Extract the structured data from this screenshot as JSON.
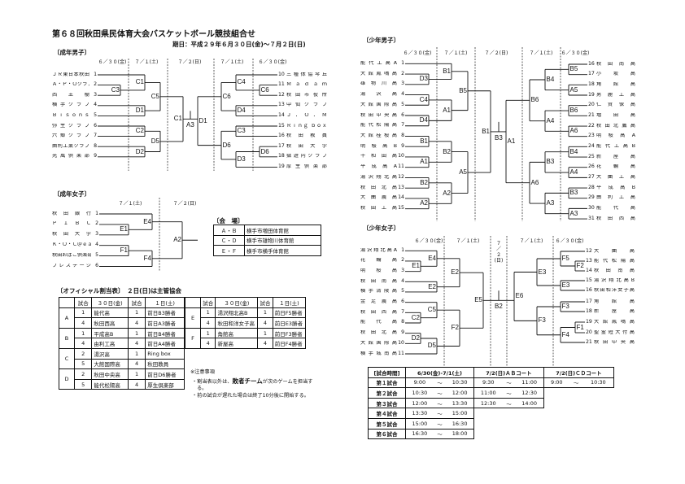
{
  "title": "第６８回秋田県民体育大会バスケットボール競技組合せ",
  "period": "期日：平成２９年６月３０日(金)～７月２日(日)",
  "seinen_danshi": {
    "heading": "〔成年男子〕",
    "dates": [
      "６／３０(金)",
      "７／１(土)",
      "７／２(日)",
      "７／１(土)",
      "６／３０(金)"
    ],
    "teams": [
      {
        "no": "1",
        "name": "ＪＲ東日本秋田"
      },
      {
        "no": "2",
        "name": "Ａ・Ｐ・Ｏクラブ"
      },
      {
        "no": "3",
        "name": "西 王 樹"
      },
      {
        "no": "4",
        "name": "横手クラブ"
      },
      {
        "no": "5",
        "name": "Ｂｉｓｏｎｓ"
      },
      {
        "no": "6",
        "name": "弥生クラブ"
      },
      {
        "no": "7",
        "name": "六郷クラブ"
      },
      {
        "no": "8",
        "name": "由利工業クラブ"
      },
      {
        "no": "9",
        "name": "光風倶楽部"
      },
      {
        "no": "10",
        "name": "三種体協琴丘"
      },
      {
        "no": "11",
        "name": "Ｍａｄａｍ"
      },
      {
        "no": "12",
        "name": "秋田市役所"
      },
      {
        "no": "13",
        "name": "中仙クラブ"
      },
      {
        "no": "14",
        "name": "Ｊ．Ｏ．Ｍ"
      },
      {
        "no": "15",
        "name": "Ｒｉｎｇ ｂｏｘ"
      },
      {
        "no": "16",
        "name": "秋田教員"
      },
      {
        "no": "17",
        "name": "秋田大学"
      },
      {
        "no": "18",
        "name": "獄遊内クラブ"
      },
      {
        "no": "19",
        "name": "厚生倶楽部"
      }
    ],
    "matches": [
      "C3",
      "C1",
      "D1",
      "C5",
      "C2",
      "D2",
      "D5",
      "C1",
      "A3",
      "C6",
      "C4",
      "D4",
      "C6",
      "C3",
      "D6",
      "D3",
      "D6",
      "D1"
    ]
  },
  "seinen_joshi": {
    "heading": "〔成年女子〕",
    "dates": [
      "７／１(土)",
      "７／２(日)"
    ],
    "teams": [
      {
        "no": "1",
        "name": "秋田銀行"
      },
      {
        "no": "2",
        "name": "ＰＩＢＣ"
      },
      {
        "no": "3",
        "name": "秋田大学"
      },
      {
        "no": "4",
        "name": "Ｋ・Ｏ・Ｃ＠ｅａｓｅ"
      },
      {
        "no": "5",
        "name": "秋田おばこ倶楽部"
      },
      {
        "no": "6",
        "name": "プレステージ"
      }
    ],
    "matches": [
      "E1",
      "E4",
      "F1",
      "F4",
      "A2"
    ]
  },
  "venue": {
    "heading": "〔会　場〕",
    "rows": [
      {
        "courts": "Ａ・Ｂ",
        "place": "横手市増田体育館"
      },
      {
        "courts": "Ｃ・Ｄ",
        "place": "横手市雄物川体育館"
      },
      {
        "courts": "Ｅ・Ｆ",
        "place": "横手市横手体育館"
      }
    ]
  },
  "officials": {
    "heading": "〔オフィシャル割当表〕　２日(日)は主管協会",
    "headers": [
      "試合",
      "３０日(金)",
      "試合",
      "１日(土)"
    ],
    "left": [
      {
        "group": "A",
        "rows": [
          [
            "1",
            "能代高",
            "1",
            "前日B3勝者"
          ],
          [
            "4",
            "秋田西高",
            "4",
            "前日A3勝者"
          ]
        ]
      },
      {
        "group": "B",
        "rows": [
          [
            "1",
            "平成高B",
            "1",
            "前日B4勝者"
          ],
          [
            "4",
            "由利工高",
            "4",
            "前日A4勝者"
          ]
        ]
      },
      {
        "group": "C",
        "rows": [
          [
            "2",
            "湯沢高",
            "1",
            "Ring box"
          ],
          [
            "5",
            "大館国際高",
            "4",
            "秋田教員"
          ]
        ]
      },
      {
        "group": "D",
        "rows": [
          [
            "2",
            "秋田中央高",
            "1",
            "前日D6勝者"
          ],
          [
            "5",
            "能代松陽高",
            "4",
            "厚生倶楽部"
          ]
        ]
      }
    ],
    "right": [
      {
        "group": "E",
        "rows": [
          [
            "1",
            "湯沢翔北高B",
            "1",
            "前日F5勝者"
          ],
          [
            "4",
            "秋田和洋女子高",
            "4",
            "前日E3勝者"
          ]
        ]
      },
      {
        "group": "F",
        "rows": [
          [
            "1",
            "角館高",
            "1",
            "前日F3勝者"
          ],
          [
            "4",
            "新屋高",
            "4",
            "前日F4勝者"
          ]
        ]
      }
    ]
  },
  "notes": {
    "heading": "※注意事項",
    "line1_pre": "・割当表以外は、",
    "line1_bold": "敗者チーム",
    "line1_post": "が次のゲームを担当す",
    "line2": "る。",
    "line3": "・前の試合が遅れた場合は終了10分後に開始する。"
  },
  "shonen_danshi": {
    "heading": "〔少年男子〕",
    "dates": [
      "６／３０(金)",
      "７／１(土)",
      "７／２(日)",
      "７／１(土)",
      "６／３０(金)"
    ],
    "teams": [
      {
        "no": "1",
        "name": "能代工高A"
      },
      {
        "no": "2",
        "name": "大館鳳鳴高"
      },
      {
        "no": "3",
        "name": "雄物川高"
      },
      {
        "no": "4",
        "name": "湯沢高"
      },
      {
        "no": "5",
        "name": "大館国際高"
      },
      {
        "no": "6",
        "name": "秋田中央高"
      },
      {
        "no": "7",
        "name": "能代松陽高"
      },
      {
        "no": "8",
        "name": "大館桂桜高"
      },
      {
        "no": "9",
        "name": "明桜高B"
      },
      {
        "no": "10",
        "name": "十和田高"
      },
      {
        "no": "11",
        "name": "平成高A"
      },
      {
        "no": "12",
        "name": "湯沢翔北高"
      },
      {
        "no": "13",
        "name": "秋田北高"
      },
      {
        "no": "14",
        "name": "大曲農高"
      },
      {
        "no": "15",
        "name": "秋田工高"
      },
      {
        "no": "16",
        "name": "秋田南高"
      },
      {
        "no": "17",
        "name": "小坂高"
      },
      {
        "no": "18",
        "name": "角館高"
      },
      {
        "no": "19",
        "name": "男鹿工高"
      },
      {
        "no": "20",
        "name": "仁賀保高"
      },
      {
        "no": "21",
        "name": "増田高"
      },
      {
        "no": "22",
        "name": "秋田北鷹高"
      },
      {
        "no": "23",
        "name": "明桜高A"
      },
      {
        "no": "24",
        "name": "能代工高B"
      },
      {
        "no": "25",
        "name": "新屋高"
      },
      {
        "no": "26",
        "name": "花輪高"
      },
      {
        "no": "27",
        "name": "大曲工高"
      },
      {
        "no": "28",
        "name": "平成高B"
      },
      {
        "no": "29",
        "name": "由利工高"
      },
      {
        "no": "30",
        "name": "能代高"
      },
      {
        "no": "31",
        "name": "秋田西高"
      }
    ],
    "matches": [
      "D3",
      "B1",
      "C4",
      "D4",
      "A1",
      "B5",
      "B1",
      "A1",
      "B2",
      "B2",
      "A2",
      "A2",
      "A5",
      "B1",
      "B3",
      "B5",
      "A5",
      "B4",
      "B6",
      "A6",
      "A4",
      "B6",
      "B4",
      "A4",
      "B3",
      "B3",
      "A3",
      "A3",
      "A6",
      "A1"
    ]
  },
  "shonen_joshi": {
    "heading": "〔少年女子〕",
    "dates": [
      "６／３０(金)",
      "７／１(土)",
      "７",
      "／",
      "２",
      "(日)",
      "７／１(土)",
      "６／３０(金)"
    ],
    "teams": [
      {
        "no": "1",
        "name": "湯沢翔北高A"
      },
      {
        "no": "2",
        "name": "花輪高"
      },
      {
        "no": "3",
        "name": "明桜高"
      },
      {
        "no": "4",
        "name": "秋田南高"
      },
      {
        "no": "5",
        "name": "横手清陵高"
      },
      {
        "no": "6",
        "name": "金足農高"
      },
      {
        "no": "7",
        "name": "秋田西高"
      },
      {
        "no": "8",
        "name": "能代高"
      },
      {
        "no": "9",
        "name": "秋田北高"
      },
      {
        "no": "10",
        "name": "大館国際高"
      },
      {
        "no": "11",
        "name": "横手城南高"
      },
      {
        "no": "12",
        "name": "大曲高"
      },
      {
        "no": "13",
        "name": "能代松陽高"
      },
      {
        "no": "14",
        "name": "秋田南高"
      },
      {
        "no": "15",
        "name": "湯沢翔北高B"
      },
      {
        "no": "16",
        "name": "秋田和洋女子高"
      },
      {
        "no": "17",
        "name": "角館高"
      },
      {
        "no": "18",
        "name": "新屋高"
      },
      {
        "no": "19",
        "name": "大館鳳鳴高"
      },
      {
        "no": "20",
        "name": "聖霊短大付高"
      },
      {
        "no": "21",
        "name": "秋田中央高"
      }
    ],
    "matches": [
      "E1",
      "E4",
      "E2",
      "E2",
      "C2",
      "C5",
      "D2",
      "D5",
      "F2",
      "E5",
      "B2",
      "F2",
      "F5",
      "E3",
      "E3",
      "F3",
      "F1",
      "F4",
      "F3",
      "E6"
    ]
  },
  "schedule": {
    "headers": [
      "[試合時間]",
      "6/30(金)-7/1(土)",
      "7/2(日)ＡＢコート",
      "7/2(日)ＣＤコート"
    ],
    "rows": [
      {
        "label": "第１試合",
        "a": [
          "9:00",
          "～",
          "10:30"
        ],
        "b": [
          "9:30",
          "～",
          "11:00"
        ],
        "c": [
          "9:00",
          "～",
          "10:30"
        ]
      },
      {
        "label": "第２試合",
        "a": [
          "10:30",
          "～",
          "12:00"
        ],
        "b": [
          "11:00",
          "～",
          "12:30"
        ]
      },
      {
        "label": "第３試合",
        "a": [
          "12:00",
          "～",
          "13:30"
        ],
        "b": [
          "12:30",
          "～",
          "14:00"
        ]
      },
      {
        "label": "第４試合",
        "a": [
          "13:30",
          "～",
          "15:00"
        ]
      },
      {
        "label": "第５試合",
        "a": [
          "15:00",
          "～",
          "16:30"
        ]
      },
      {
        "label": "第６試合",
        "a": [
          "16:30",
          "～",
          "18:00"
        ]
      }
    ]
  }
}
